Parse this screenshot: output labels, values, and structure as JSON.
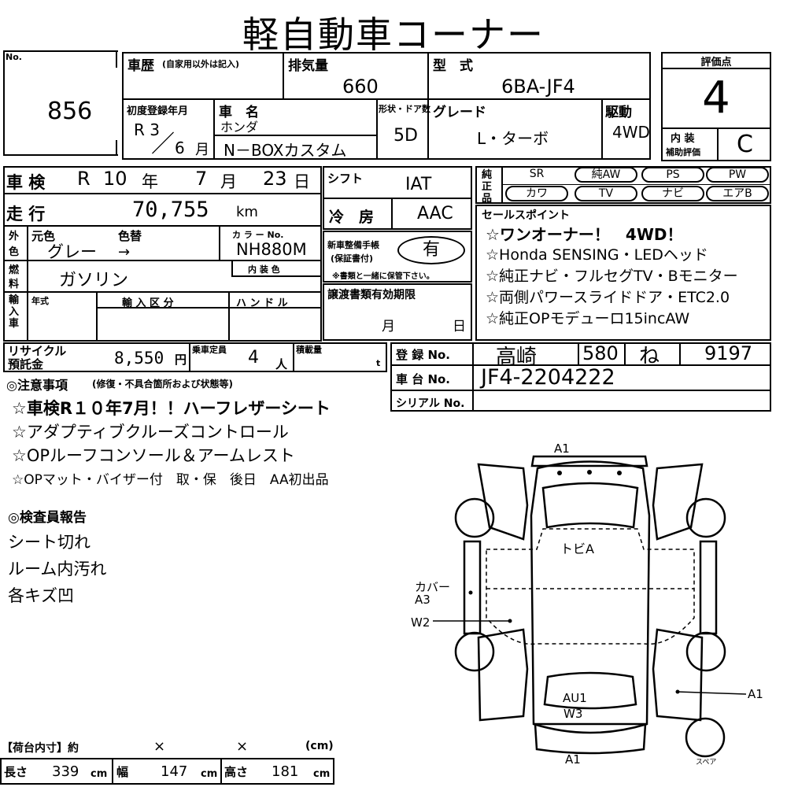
{
  "title": "軽自動車コーナー",
  "lot": {
    "label": "No.",
    "value": "856"
  },
  "history_label": "車歴",
  "history_sub": "(自家用以外は記入)",
  "displacement": {
    "label": "排気量",
    "value": "660"
  },
  "model": {
    "label": "型　式",
    "value": "6BA-JF4"
  },
  "score": {
    "label": "評価点",
    "value": "4",
    "interior_label_1": "内 装",
    "interior_label_2": "補助評価",
    "interior_value": "C"
  },
  "first_reg": {
    "label": "初度登録年月",
    "era_year": "R 3",
    "slash": "／",
    "month": "6",
    "month_unit": "月"
  },
  "car_name": {
    "label": "車　名",
    "maker": "ホンダ",
    "name": "N－BOXカスタム"
  },
  "doors": {
    "label": "形状・ドア数",
    "value": "5D"
  },
  "grade": {
    "label": "グレード",
    "value": "L・ターボ"
  },
  "drive": {
    "label": "駆動",
    "value": "4WD"
  },
  "inspection": {
    "label": "車 検",
    "era": "R",
    "year": "10",
    "year_unit": "年",
    "month": "7",
    "month_unit": "月",
    "day": "23",
    "day_unit": "日"
  },
  "mileage": {
    "label": "走 行",
    "value": "70,755",
    "unit": "km"
  },
  "shift": {
    "label": "シフト",
    "value": "IAT"
  },
  "aircon": {
    "label": "冷　房",
    "value": "AAC"
  },
  "color": {
    "side_1": "外",
    "side_2": "色",
    "orig_label": "元色",
    "change_label": "色替",
    "orig": "グレー",
    "arrow": "→",
    "code_label": "カ ラ ー No.",
    "code": "NH880M"
  },
  "fuel": {
    "side_1": "燃",
    "side_2": "料",
    "value": "ガソリン",
    "interior_color_label": "内 装 色"
  },
  "import": {
    "side": "輸入車",
    "year_label": "年式",
    "category_label": "輸 入 区 分",
    "handle_label": "ハ ン ド ル"
  },
  "warranty": {
    "label_1": "新車整備手帳",
    "label_2": "(保証書付)",
    "value": "有",
    "note": "※書類と一緒に保管下さい。"
  },
  "transfer": {
    "label": "譲渡書類有効期限",
    "month_unit": "月",
    "day_unit": "日"
  },
  "genuine": {
    "side_1": "純",
    "side_2": "正",
    "side_3": "品",
    "items": [
      "SR",
      "純AW",
      "PS",
      "PW",
      "カワ",
      "TV",
      "ナビ",
      "エアB"
    ]
  },
  "sales_points": {
    "label": "セールスポイント",
    "lines": [
      "☆ワンオーナー！　4WD！",
      "☆Honda SENSING・LEDヘッド",
      "☆純正ナビ・フルセグTV・Bモニター",
      "☆両側パワースライドドア・ETC2.0",
      "☆純正OPモデューロ15incAW"
    ]
  },
  "recycle": {
    "label_1": "リサイクル",
    "label_2": "預託金",
    "value": "8,550",
    "unit": "円"
  },
  "capacity": {
    "label": "乗車定員",
    "value": "4",
    "unit": "人"
  },
  "load": {
    "label": "積載量",
    "unit": "t"
  },
  "registration": {
    "label": "登 録 No.",
    "place": "高崎",
    "class": "580",
    "kana": "ね",
    "number": "9197"
  },
  "chassis": {
    "label": "車 台 No.",
    "value": "JF4-2204222"
  },
  "serial": {
    "label": "シリアル No."
  },
  "notes": {
    "label": "◎注意事項",
    "sub": "(修復・不具合箇所および状態等)",
    "lines": [
      "☆車検R１０年7月！！ハーフレザーシート",
      "☆アダプティブクルーズコントロール",
      "☆OPルーフコンソール＆アームレスト",
      "☆OPマット・バイザー付　取・保　後日　AA初出品"
    ]
  },
  "inspector": {
    "label": "◎検査員報告",
    "lines": [
      "シート切れ",
      "ルーム内汚れ",
      "各キズ凹"
    ]
  },
  "diagram": {
    "top": "A1",
    "roof": "トビA",
    "cover": "カバー",
    "cover_code": "A3",
    "w2": "W2",
    "right": "A1",
    "rear_1": "AU1",
    "rear_2": "W3",
    "bottom": "A1",
    "spare": "スペア"
  },
  "cargo": {
    "label": "【荷台内寸】約",
    "x1": "×",
    "x2": "×",
    "unit_paren": "(cm)",
    "length_label": "長さ",
    "length": "339",
    "width_label": "幅",
    "width": "147",
    "height_label": "高さ",
    "height": "181",
    "cm": "cm"
  }
}
